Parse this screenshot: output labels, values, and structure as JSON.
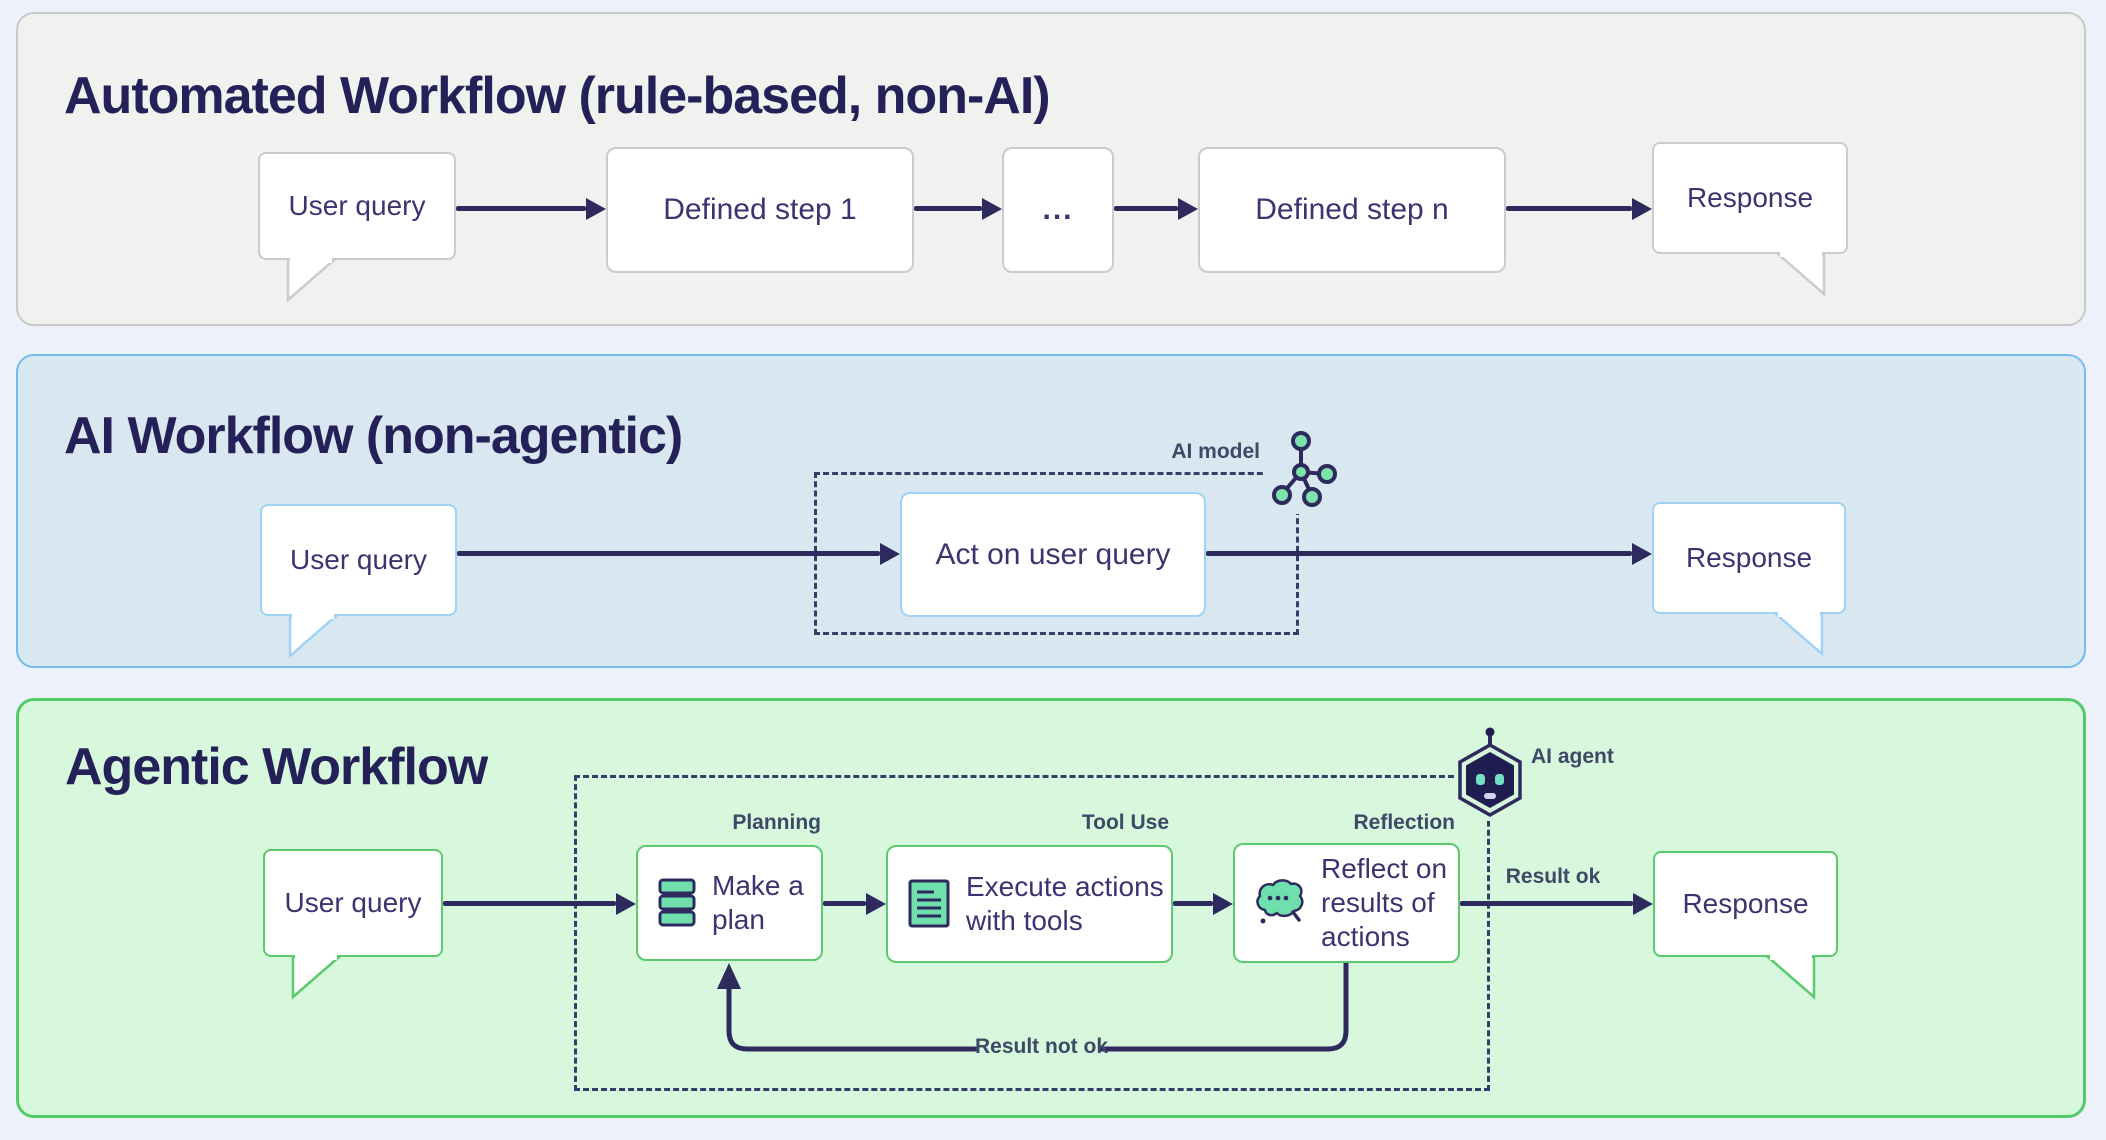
{
  "page": {
    "background": "#edf1fb"
  },
  "colors": {
    "line": "#2e2a5e",
    "title_text": "#232158",
    "node_text": "#3a3470",
    "label_text": "#3d4967",
    "panel1_bg": "#f1f1f0",
    "panel1_border": "#c9c9c9",
    "panel1_node_border": "#cbcbcb",
    "panel2_bg": "#d9e7f1",
    "panel2_border": "#74bbee",
    "panel2_node_border": "#9fd2f4",
    "panel3_bg": "#d7f8dc",
    "panel3_border": "#55ca68",
    "panel3_node_border": "#5bc96d",
    "dashed_border": "#333f6a",
    "icon_fill": "#6fe0ad",
    "icon_node_fill": "#7ce3a9",
    "agent_fill": "#201d50",
    "agent_eyes": "#74e0c3"
  },
  "panels": [
    {
      "title": "Automated Workflow (rule-based, non-AI)",
      "nodes": {
        "user_query": "User query",
        "step1": "Defined step 1",
        "ellipsis": "...",
        "stepn": "Defined step n",
        "response": "Response"
      }
    },
    {
      "title": "AI Workflow (non-agentic)",
      "model_label": "AI model",
      "nodes": {
        "user_query": "User query",
        "act": "Act on user query",
        "response": "Response"
      }
    },
    {
      "title": "Agentic Workflow",
      "agent_label": "AI agent",
      "step_labels": {
        "planning": "Planning",
        "tool_use": "Tool Use",
        "reflection": "Reflection"
      },
      "edge_labels": {
        "result_ok": "Result ok",
        "result_not_ok": "Result not ok"
      },
      "nodes": {
        "user_query": "User query",
        "plan": "Make a plan",
        "execute": "Execute actions with tools",
        "reflect": "Reflect on results of actions",
        "response": "Response"
      }
    }
  ]
}
